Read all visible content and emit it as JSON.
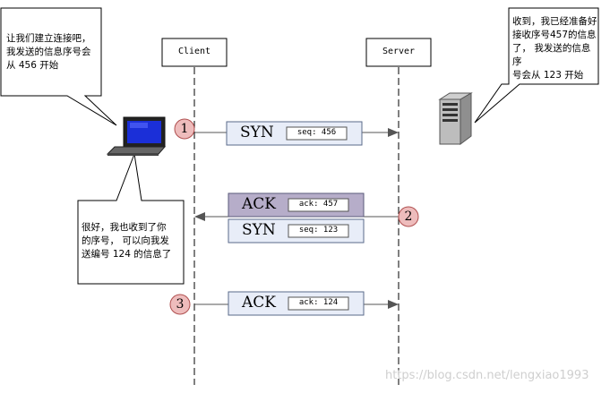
{
  "diagram": {
    "parties": {
      "client": "Client",
      "server": "Server"
    },
    "callouts": {
      "client_request": "让我们建立连接吧，\n我发送的信息序号会\n从 456 开始",
      "server_reply": "收到，我已经准备好\n接收序号457的信息\n了， 我发送的信息序\n号会从 123 开始",
      "client_confirm": "很好，我也收到了你\n的序号， 可以向我发\n送编号 124 的信息了"
    },
    "steps": [
      {
        "number": "1",
        "packets": [
          {
            "name": "SYN",
            "field": "seq: 456",
            "highlight": false
          }
        ]
      },
      {
        "number": "2",
        "packets": [
          {
            "name": "ACK",
            "field": "ack: 457",
            "highlight": true
          },
          {
            "name": "SYN",
            "field": "seq: 123",
            "highlight": false
          }
        ]
      },
      {
        "number": "3",
        "packets": [
          {
            "name": "ACK",
            "field": "ack: 124",
            "highlight": false
          }
        ]
      }
    ],
    "watermark": "https://blog.csdn.net/lengxiao1993",
    "colors": {
      "packet_fill": "#e8edf8",
      "packet_highlight_fill": "#b6adc9",
      "step_circle_fill": "#eebcbc",
      "step_circle_stroke": "#b05050",
      "line": "#444444"
    }
  }
}
